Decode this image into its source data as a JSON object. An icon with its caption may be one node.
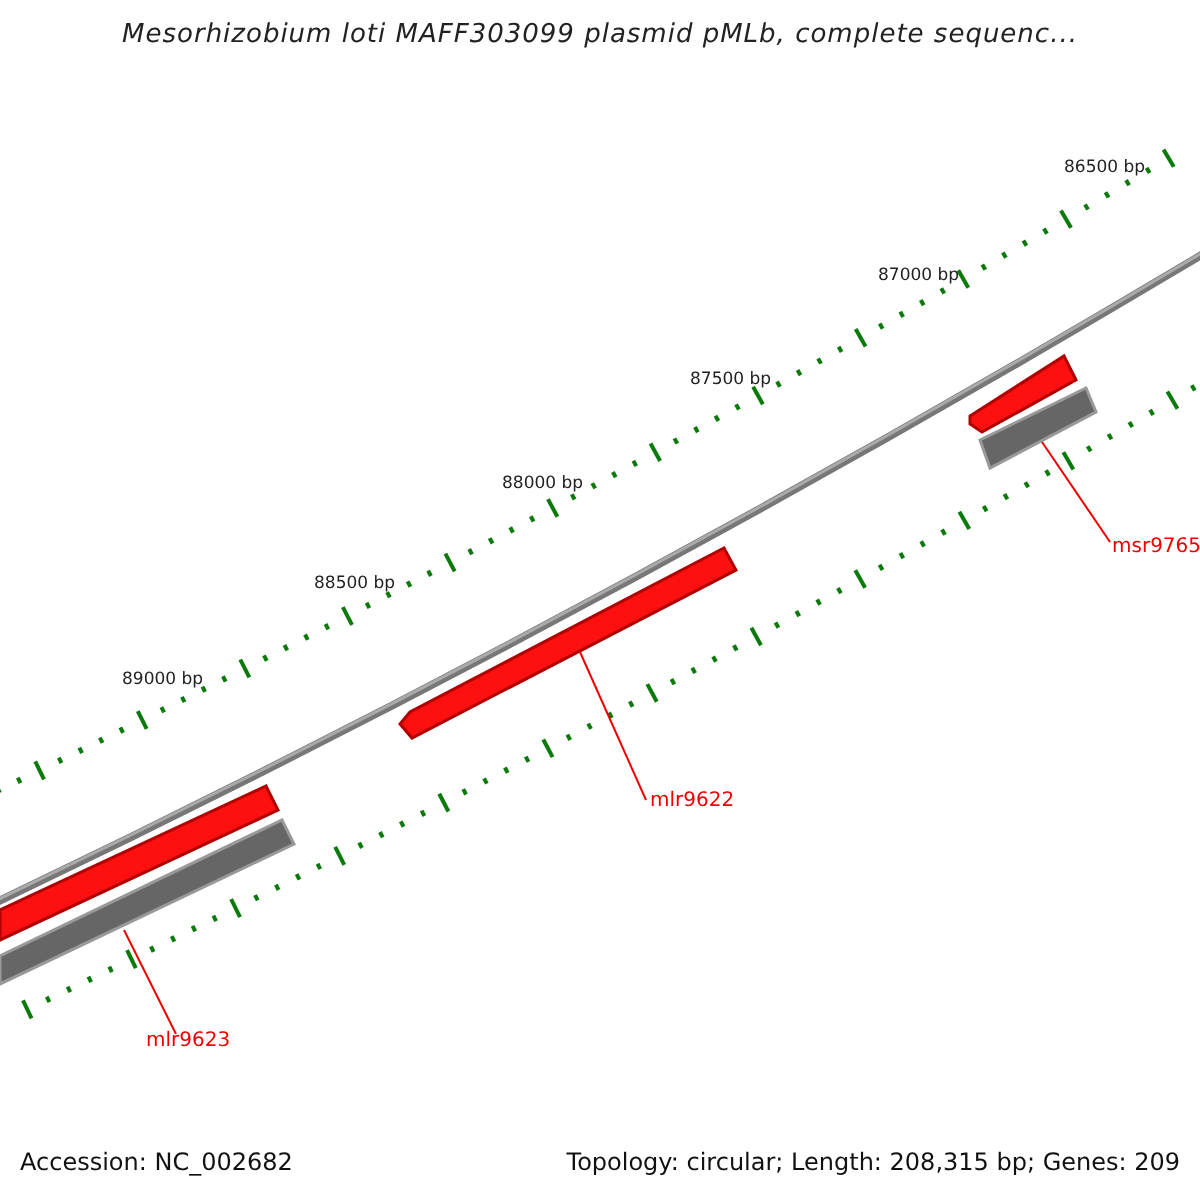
{
  "diagram": {
    "title": "Mesorhizobium loti MAFF303099 plasmid pMLb, complete sequenc...",
    "nodes": [
      {
        "text": [],
        "shape": "bar"
      },
      {
        "text": [],
        "shape": "bar"
      },
      {
        "text": [
          "msr9765"
        ]
      },
      {
        "text": [],
        "shape": "bar"
      },
      {
        "text": [
          "mlr9622"
        ]
      },
      {
        "text": [],
        "shape": "bar"
      },
      {
        "text": [],
        "shape": "bar"
      },
      {
        "text": [
          "mlr9623"
        ]
      }
    ],
    "edges": [
      {
        "from": 2,
        "to": 1,
        "arrow": "none"
      },
      {
        "from": 4,
        "to": 3,
        "arrow": "none"
      },
      {
        "from": 7,
        "to": 6,
        "arrow": "none"
      }
    ],
    "labels": [
      "86500 bp",
      "87000 bp",
      "87500 bp",
      "88000 bp",
      "88500 bp",
      "89000 bp",
      "Accession: NC_002682",
      "Topology: circular; Length: 208,315 bp; Genes: 209"
    ]
  }
}
